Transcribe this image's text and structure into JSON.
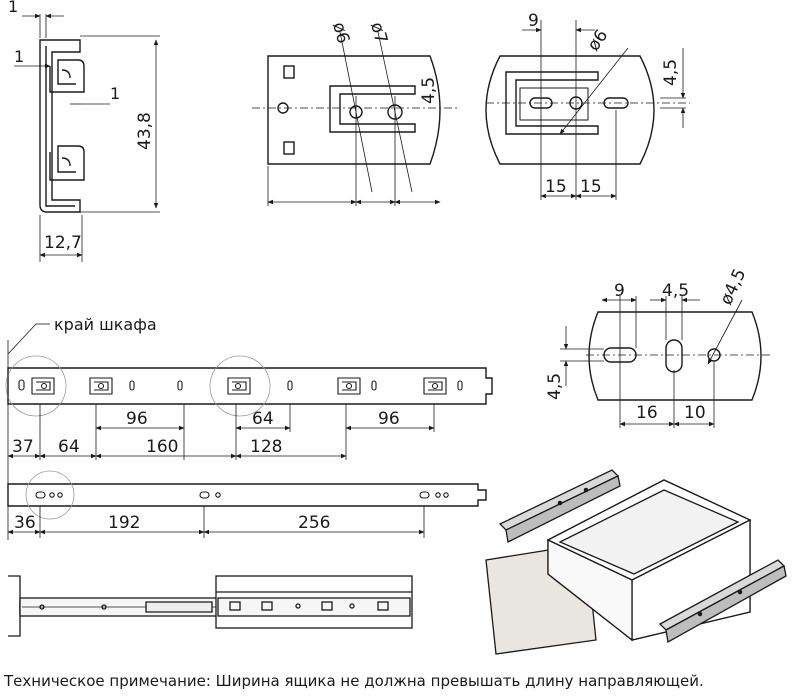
{
  "profile": {
    "dim_top": "1",
    "dim_side": "1",
    "dim_inner": "1",
    "height": "43,8",
    "width": "12,7"
  },
  "bracket_rect": {
    "diam1": "ø6",
    "diam2": "ø7",
    "offset": "4,5"
  },
  "bracket_round": {
    "top": "9",
    "diam": "ø6",
    "offset": "4,5",
    "bottom_a": "15",
    "bottom_b": "15"
  },
  "plate": {
    "top_a": "9",
    "top_b": "4,5",
    "diam": "ø4,5",
    "offset": "4,5",
    "bottom_a": "16",
    "bottom_b": "10"
  },
  "rail": {
    "edge_label": "край шкафа",
    "row1": [
      "96",
      "64",
      "96"
    ],
    "row2": [
      "37",
      "64",
      "160",
      "128"
    ],
    "row3": [
      "36",
      "192",
      "256"
    ]
  },
  "note": "Техническое примечание: Ширина ящика не должна превышать длину направляющей."
}
